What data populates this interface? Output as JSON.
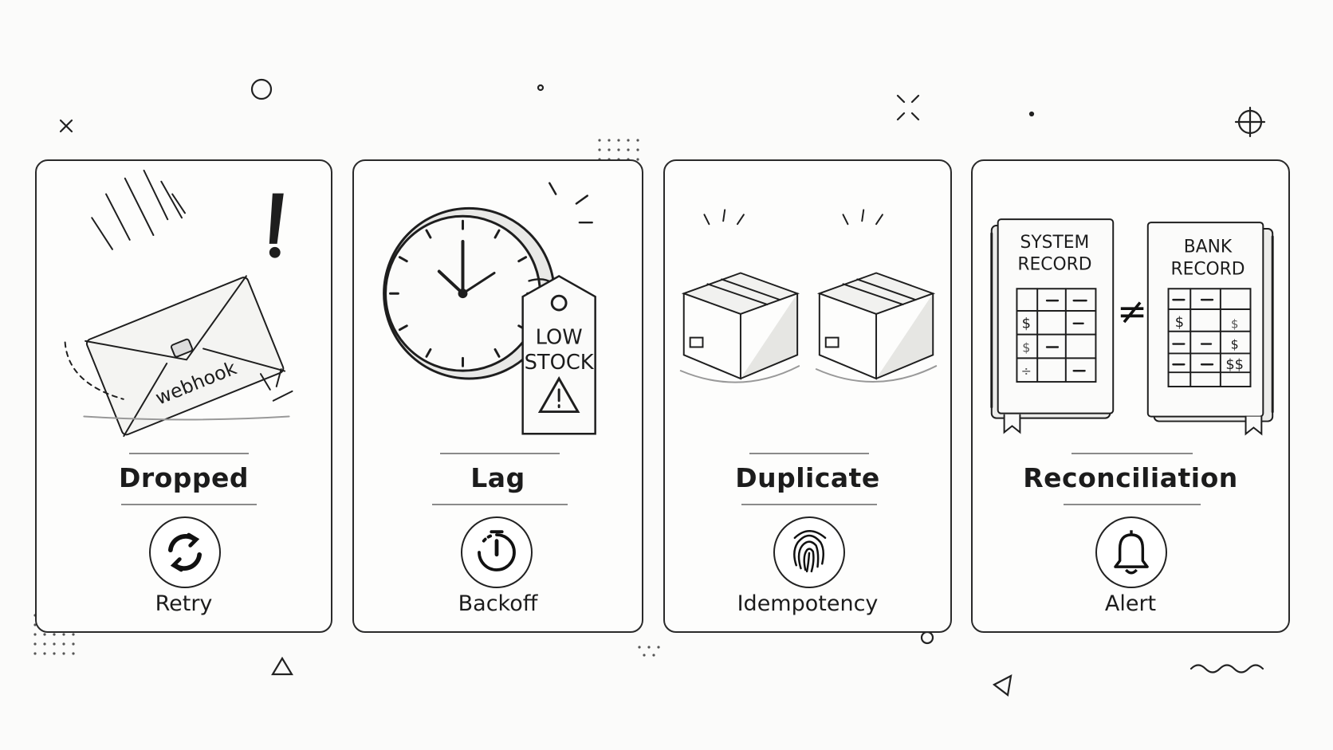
{
  "cards": [
    {
      "title": "Dropped",
      "icon": "retry-icon",
      "action": "Retry",
      "illustration": "envelope-icon",
      "envelope_text": "webhook"
    },
    {
      "title": "Lag",
      "icon": "backoff-timer-icon",
      "action": "Backoff",
      "illustration": "clock-icon",
      "tag_text_1": "LOW",
      "tag_text_2": "STOCK"
    },
    {
      "title": "Duplicate",
      "icon": "fingerprint-icon",
      "action": "Idempotency",
      "illustration": "boxes-icon"
    },
    {
      "title": "Reconciliation",
      "icon": "bell-icon",
      "action": "Alert",
      "illustration": "ledgers-icon",
      "ledger_left_1": "SYSTEM",
      "ledger_left_2": "RECORD",
      "ledger_right_1": "BANK",
      "ledger_right_2": "RECORD",
      "not_equal": "≠",
      "left_rows": [
        "$",
        "$",
        "÷"
      ],
      "right_rows": [
        "$",
        "$",
        "$",
        "$$"
      ]
    }
  ]
}
